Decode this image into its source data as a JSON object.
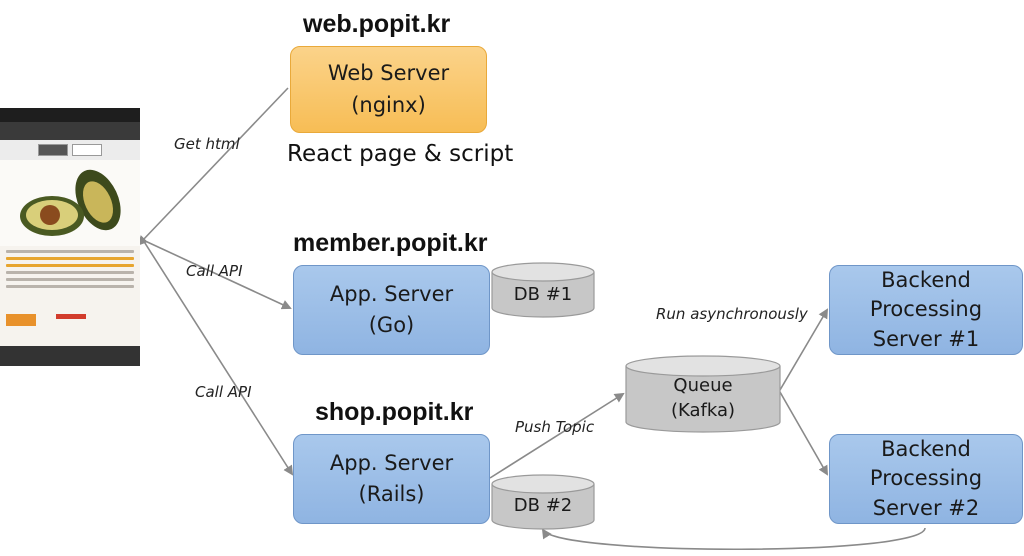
{
  "domains": {
    "web": "web.popit.kr",
    "member": "member.popit.kr",
    "shop": "shop.popit.kr"
  },
  "web_server": {
    "line1": "Web Server",
    "line2": "(nginx)",
    "caption": "React page & script"
  },
  "member_server": {
    "line1": "App. Server",
    "line2": "(Go)"
  },
  "shop_server": {
    "line1": "App. Server",
    "line2": "(Rails)"
  },
  "db1": "DB #1",
  "db2": "DB #2",
  "queue": {
    "line1": "Queue",
    "line2": "(Kafka)"
  },
  "backend1": {
    "line1": "Backend",
    "line2": "Processing",
    "line3": "Server #1"
  },
  "backend2": {
    "line1": "Backend",
    "line2": "Processing",
    "line3": "Server #2"
  },
  "edge_labels": {
    "get_html": "Get html",
    "call_api_member": "Call API",
    "call_api_shop": "Call API",
    "push_topic": "Push Topic",
    "run_async": "Run asynchronously"
  },
  "colors": {
    "web_server": "#f7bd55",
    "app_server": "#8fb4e2",
    "cylinder": "#c7c7c7",
    "arrow": "#8a8a8a"
  },
  "icons": [
    "mobile-phone-screenshot-icon"
  ]
}
